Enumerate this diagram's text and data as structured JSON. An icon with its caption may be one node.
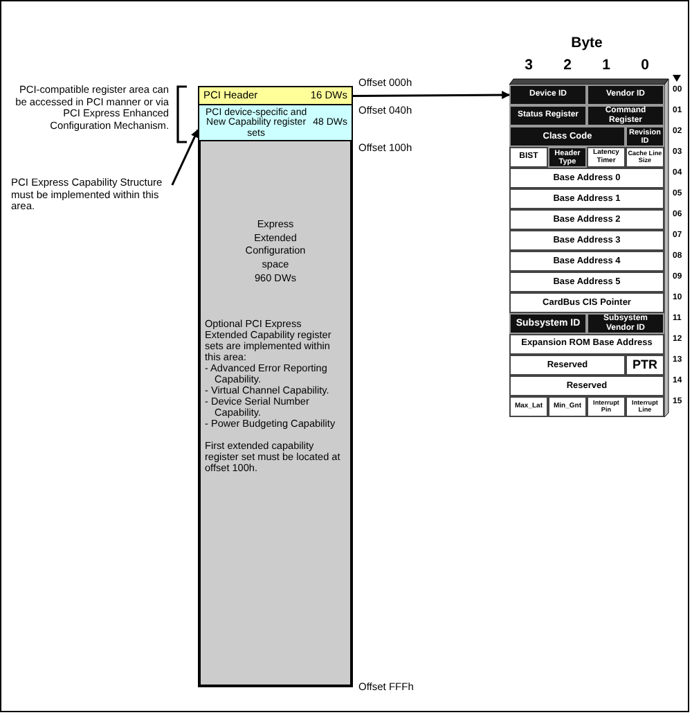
{
  "diagram": {
    "nodes": [
      {
        "text": [
          "PCI Header",
          "16 DWs"
        ]
      },
      {
        "text": [
          "PCI device-specific and New Capability register sets",
          "48 DWs"
        ]
      },
      {
        "text": [
          "Express Extended Configuration space",
          "960 DWs",
          "Optional PCI Express Extended Capability register sets are implemented within this area:",
          "- Advanced Error Reporting Capability.",
          "- Virtual Channel Capability.",
          "- Device Serial Number Capability.",
          "- Power Budgeting Capability",
          "First extended capability register set must be located at offset 100h."
        ]
      },
      {
        "text": [
          "PCI Express Capability Structure must be implemented within this area."
        ]
      },
      {
        "text": [
          "Device ID"
        ]
      },
      {
        "text": [
          "Vendor ID"
        ]
      },
      {
        "text": [
          "Status Register"
        ]
      },
      {
        "text": [
          "Command Register"
        ]
      },
      {
        "text": [
          "Class Code"
        ]
      },
      {
        "text": [
          "Revision ID"
        ]
      },
      {
        "text": [
          "BIST"
        ]
      },
      {
        "text": [
          "Header Type"
        ]
      },
      {
        "text": [
          "Latency Timer"
        ]
      },
      {
        "text": [
          "Cache Line Size"
        ]
      },
      {
        "text": [
          "Base Address 0"
        ]
      },
      {
        "text": [
          "Base Address 1"
        ]
      },
      {
        "text": [
          "Base Address 2"
        ]
      },
      {
        "text": [
          "Base Address 3"
        ]
      },
      {
        "text": [
          "Base Address 4"
        ]
      },
      {
        "text": [
          "Base Address 5"
        ]
      },
      {
        "text": [
          "CardBus CIS Pointer"
        ]
      },
      {
        "text": [
          "Subsystem ID"
        ]
      },
      {
        "text": [
          "Subsystem Vendor ID"
        ]
      },
      {
        "text": [
          "Expansion ROM Base Address"
        ]
      },
      {
        "text": [
          "Reserved"
        ]
      },
      {
        "text": [
          "PTR"
        ]
      },
      {
        "text": [
          "Reserved"
        ]
      },
      {
        "text": [
          "Max_Lat"
        ]
      },
      {
        "text": [
          "Min_Gnt"
        ]
      },
      {
        "text": [
          "Interrupt Pin"
        ]
      },
      {
        "text": [
          "Interrupt Line"
        ]
      }
    ],
    "edges": [
      {
        "from": 3,
        "to": 1,
        "arrow": "to"
      },
      {
        "from": 0,
        "to": 4,
        "arrow": "to"
      }
    ],
    "labels": [
      "PCI-compatible register area can be accessed in PCI manner or via PCI Express Enhanced Configuration Mechanism.",
      "Offset 000h",
      "Offset 040h",
      "Offset 100h",
      "Offset FFFh",
      "Byte",
      "3",
      "2",
      "1",
      "0",
      "00",
      "01",
      "02",
      "03",
      "04",
      "05",
      "06",
      "07",
      "08",
      "09",
      "10",
      "11",
      "12",
      "13",
      "14",
      "15"
    ]
  }
}
